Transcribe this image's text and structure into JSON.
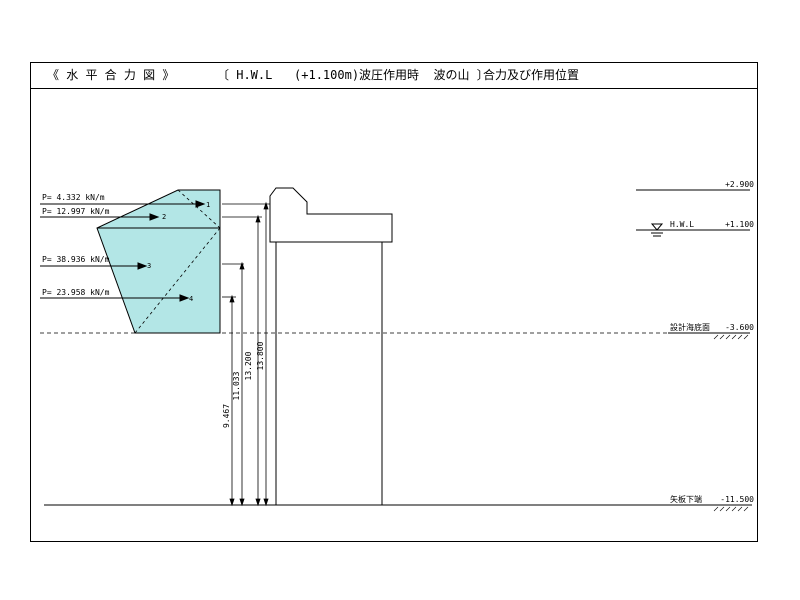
{
  "title": {
    "main": "《 水 平 合 力 図 》",
    "condition": "〔 H.W.L   (+1.100m)波圧作用時  波の山 〕",
    "subject": "合力及び作用位置"
  },
  "forces": [
    {
      "label": "P=  4.332 kN/m",
      "index": "1"
    },
    {
      "label": "P= 12.997 kN/m",
      "index": "2"
    },
    {
      "label": "P= 38.936 kN/m",
      "index": "3"
    },
    {
      "label": "P= 23.958 kN/m",
      "index": "4"
    }
  ],
  "dimensions": [
    "9.467",
    "11.033",
    "13.200",
    "13.800"
  ],
  "levels": [
    {
      "name": "",
      "value": "+2.900"
    },
    {
      "name": "H.W.L",
      "value": "+1.100"
    },
    {
      "name": "設計海底面",
      "value": "-3.600"
    },
    {
      "name": "矢板下端",
      "value": "-11.500"
    }
  ],
  "colors": {
    "pressure_fill": "#b3e6e6",
    "line": "#000000"
  }
}
